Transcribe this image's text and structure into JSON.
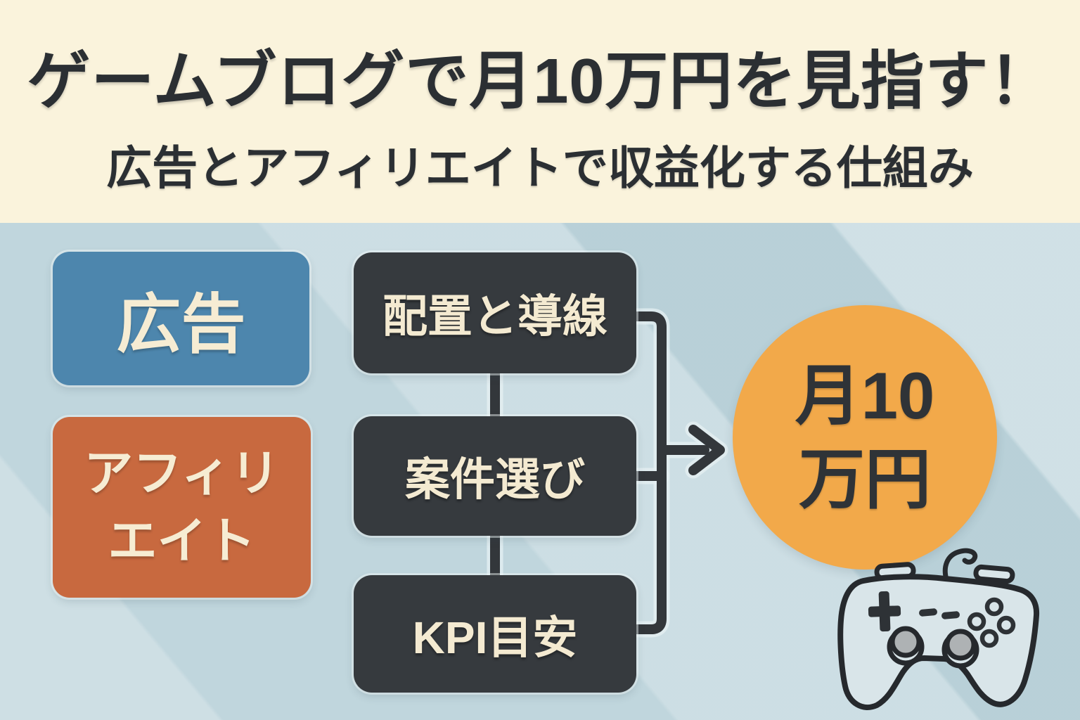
{
  "header": {
    "title": "ゲームブログで月10万円を見指す！",
    "subtitle": "広告とアフィリエイトで収益化する仕組み",
    "background_color": "#faf3dc",
    "text_color": "#2b2f33"
  },
  "background_color": "#c0d6dd",
  "flow": {
    "sources": [
      {
        "label": "広告",
        "color": "#4d86ad",
        "text_color": "#f6ecd3"
      },
      {
        "label_line1": "アフィリ",
        "label_line2": "エイト",
        "color": "#c8693f",
        "text_color": "#f6ecd3"
      }
    ],
    "steps": [
      {
        "label": "配置と導線"
      },
      {
        "label": "案件選び"
      },
      {
        "label": "KPI目安"
      }
    ],
    "step_color": "#363a3e",
    "step_text_color": "#f4ead1",
    "connector_color": "#33373b",
    "goal": {
      "label_line1": "月10",
      "label_line2": "万円",
      "color": "#f2a94a",
      "text_color": "#2f3337"
    }
  },
  "decorations": {
    "bottom_right_icon": "game-controller-icon"
  }
}
